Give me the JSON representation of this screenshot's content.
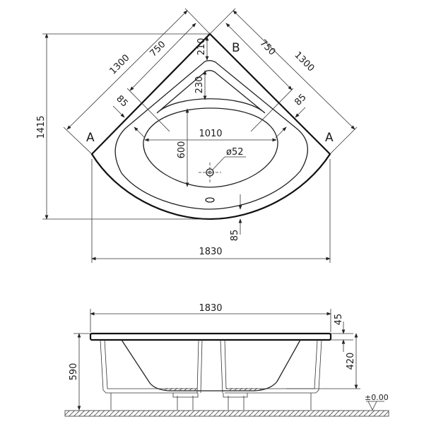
{
  "top_view": {
    "section_labels": {
      "left": "A",
      "right": "A",
      "corner": "B"
    },
    "dimensions": {
      "height": "1415",
      "width": "1830",
      "side_left": "1300",
      "side_right": "1300",
      "inner_left": "750",
      "inner_right": "750",
      "rim_left": "85",
      "rim_right": "85",
      "rim_front": "85",
      "corner_offset": "210",
      "seat_depth": "230",
      "basin_width": "1010",
      "basin_depth": "600",
      "drain_diameter": "ø52"
    }
  },
  "side_view": {
    "dimensions": {
      "width": "1830",
      "total_height": "590",
      "rim_thickness": "45",
      "depth": "420",
      "floor_level": "±0.00"
    }
  }
}
